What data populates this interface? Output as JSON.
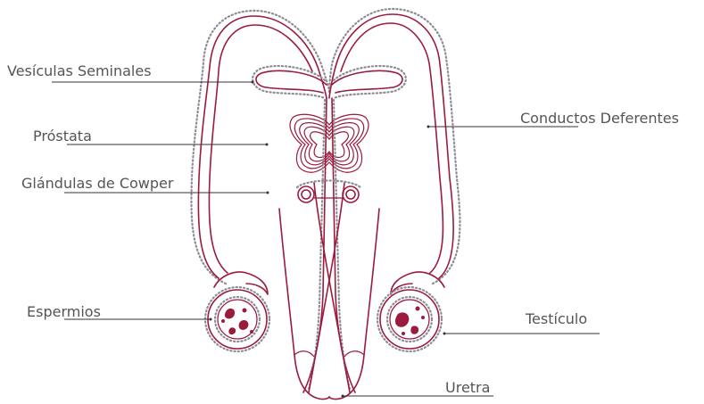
{
  "labels": {
    "vesiculas": "Vesículas Seminales",
    "prostata": "Próstata",
    "cowper": "Glándulas de Cowper",
    "espermios": "Espermios",
    "conductos": "Conductos Deferentes",
    "testiculo": "Testículo",
    "uretra": "Uretra"
  },
  "colors": {
    "organ": "#9b1b3c",
    "dotted_outline": "#8c8c96",
    "label_text": "#555555",
    "leader_line": "#333333"
  }
}
